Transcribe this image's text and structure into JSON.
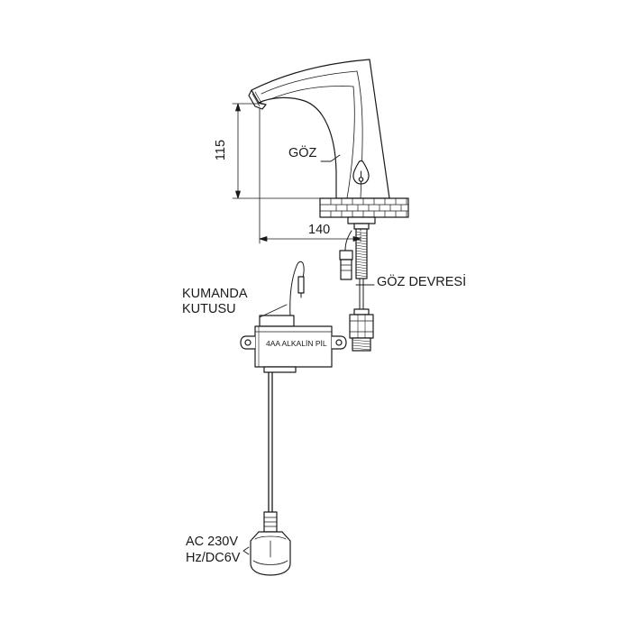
{
  "dimensions": {
    "height": "115",
    "width": "140"
  },
  "labels": {
    "sensor": "GÖZ",
    "sensor_circuit": "GÖZ DEVRESİ",
    "control_box_line1": "KUMANDA",
    "control_box_line2": "KUTUSU",
    "battery": "4AA ALKALİN PİL",
    "power_line1": "AC 230V",
    "power_line2": "Hz/DC6V"
  },
  "colors": {
    "line": "#1a1a1a",
    "background": "#ffffff"
  }
}
